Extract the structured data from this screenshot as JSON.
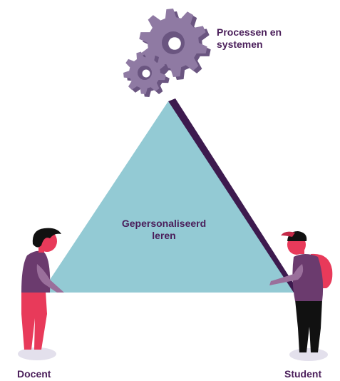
{
  "labels": {
    "processes": "Processen en\nsystemen",
    "center": "Gepersonaliseerd\nleren",
    "teacher": "Docent",
    "student": "Student"
  },
  "icons": {
    "gears": "gears-icon",
    "teacher": "teacher-figure",
    "student": "student-figure"
  },
  "colors": {
    "triangle": "#93cad4",
    "triangle_side": "#3d1a4e",
    "gear": "#8f7aa3",
    "gear_dark": "#6a5580",
    "text": "#4a1e5a",
    "pink": "#e83a5a",
    "purple": "#6b3b6e",
    "black": "#111111",
    "shadow": "#e3e0ec"
  }
}
